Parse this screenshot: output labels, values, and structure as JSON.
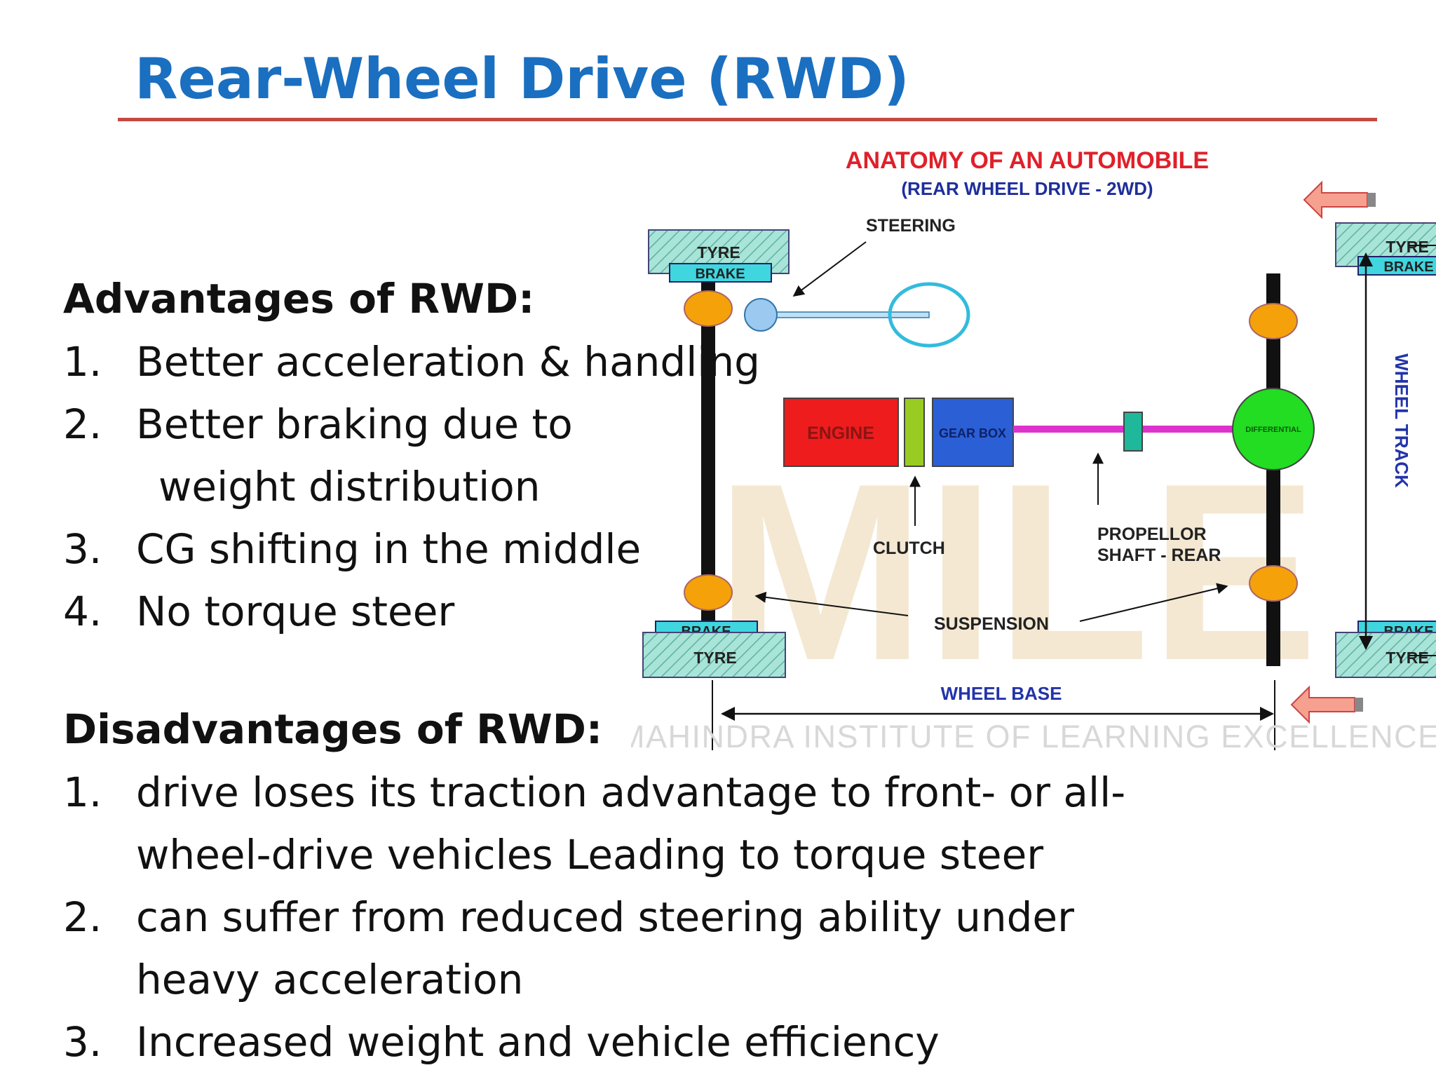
{
  "slide": {
    "title": "Rear-Wheel Drive (RWD)"
  },
  "advantages": {
    "heading": "Advantages of RWD:",
    "items": [
      {
        "num": "1.",
        "text": "Better acceleration & handling"
      },
      {
        "num": "2.",
        "text": "Better braking  due to",
        "cont": "weight distribution"
      },
      {
        "num": "3.",
        "text": "CG shifting in the middle"
      },
      {
        "num": "4.",
        "text": "No torque steer"
      }
    ]
  },
  "disadvantages": {
    "heading": "Disadvantages of RWD:",
    "items": [
      {
        "num": "1.",
        "text": "drive loses its traction advantage to front- or all-",
        "cont": "wheel-drive vehicles Leading to torque steer"
      },
      {
        "num": "2.",
        "text": "can suffer from reduced steering ability under",
        "cont": "heavy acceleration"
      },
      {
        "num": "3.",
        "text": "Increased weight and vehicle efficiency"
      }
    ]
  },
  "diagram": {
    "title": "ANATOMY OF AN AUTOMOBILE",
    "subtitle": "(REAR WHEEL DRIVE - 2WD)",
    "labels": {
      "steering": "STEERING",
      "tyre": "TYRE",
      "brake": "BRAKE",
      "engine": "ENGINE",
      "gearbox": "GEAR BOX",
      "differential": "DIFFERENTIAL",
      "clutch": "CLUTCH",
      "propellor_line1": "PROPELLOR",
      "propellor_line2": "SHAFT - REAR",
      "suspension": "SUSPENSION",
      "wheel_base": "WHEEL BASE",
      "wheel_track": "WHEEL TRACK"
    },
    "watermark": "MAHINDRA INSTITUTE OF LEARNING EXCELLENCE",
    "colors": {
      "title": "#e0202a",
      "subtitle": "#1e2f9a",
      "blue_label": "#2233aa",
      "engine": "#ee1c1c",
      "gearbox": "#2a5fd6",
      "clutch": "#99cc22",
      "differential": "#22dd22",
      "suspension": "#f5a10a",
      "tyre_fill": "#a8e4d8",
      "brake_fill": "#3fd6e0",
      "shaft": "#dd33cc",
      "steering": "#33bbdd",
      "arrow_fill": "#f6a090"
    }
  }
}
